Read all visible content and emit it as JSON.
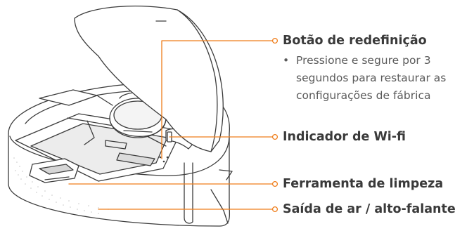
{
  "colors": {
    "accent": "#ef7d1a",
    "title_text": "#3a3a3a",
    "body_text": "#5a5a5a",
    "line_art": "#3c3c3c"
  },
  "callouts": {
    "reset_button": {
      "title": "Botão de redefinição",
      "bullet": "•",
      "desc_line1": "Pressione e segure por 3",
      "desc_line2": "segundos para restaurar as",
      "desc_line3": "configurações de fábrica"
    },
    "wifi_indicator": {
      "title": "Indicador de Wi-fi"
    },
    "cleaning_tool": {
      "title": "Ferramenta de limpeza"
    },
    "air_outlet": {
      "title": "Saída de ar / alto-falante"
    }
  }
}
